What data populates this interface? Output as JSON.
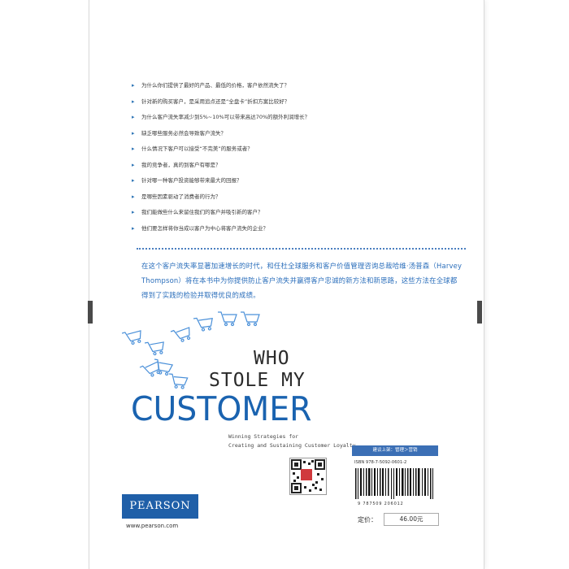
{
  "questions": [
    "为什么你们提供了最好的产品、最低的价格，客户依然流失了？",
    "针对新的购买客户，是采用追点还是“全盘卡”折扣方案比较好？",
    "为什么客户流失率减少到5%~10%可以带来高达70%的额外利润增长？",
    "缺乏哪些服务必然会导致客户流失？",
    "什么情况下客户可以接受“不完美”的服务或者？",
    "我的竞争者，真的到客户有哪是？",
    "针对哪一种客户投资能够带来最大的回报？",
    "是哪些因素驱动了消费者的行为？",
    "我们能做些什么来留住我们的客户并吸引新的客户？",
    "他们要怎样将你当成以客户为中心将客户流失的企业？"
  ],
  "summary": "在这个客户流失率显著加速增长的时代，和任杜全球服务和客户价值管理咨询总裁哈维·汤普森（Harvey Thompson）将在本书中为你提供防止客户流失并赢得客户忠诚的新方法和新思路，这些方法在全球都得到了实践的检验并取得优良的成绩。",
  "cover": {
    "title_line1": "WHO",
    "title_line2": "STOLE MY",
    "title_line3": "CUSTOMER",
    "subtitle_line1": "Winning Strategies for",
    "subtitle_line2": "Creating and Sustaining Customer Loyalty",
    "publisher": "PEARSON",
    "website": "www.pearson.com"
  },
  "back_info": {
    "category": "建议上架：管理＞营销",
    "isbn": "ISBN 978-7-5092-0601-2",
    "barcode_digits": "9 787509 206012",
    "price_label": "定价：",
    "price": "46.00元"
  },
  "colors": {
    "accent_blue": "#1a63b0",
    "summary_blue": "#2a6ebb",
    "publisher_blue": "#1f5fa8",
    "qr_red": "#d0393d"
  }
}
